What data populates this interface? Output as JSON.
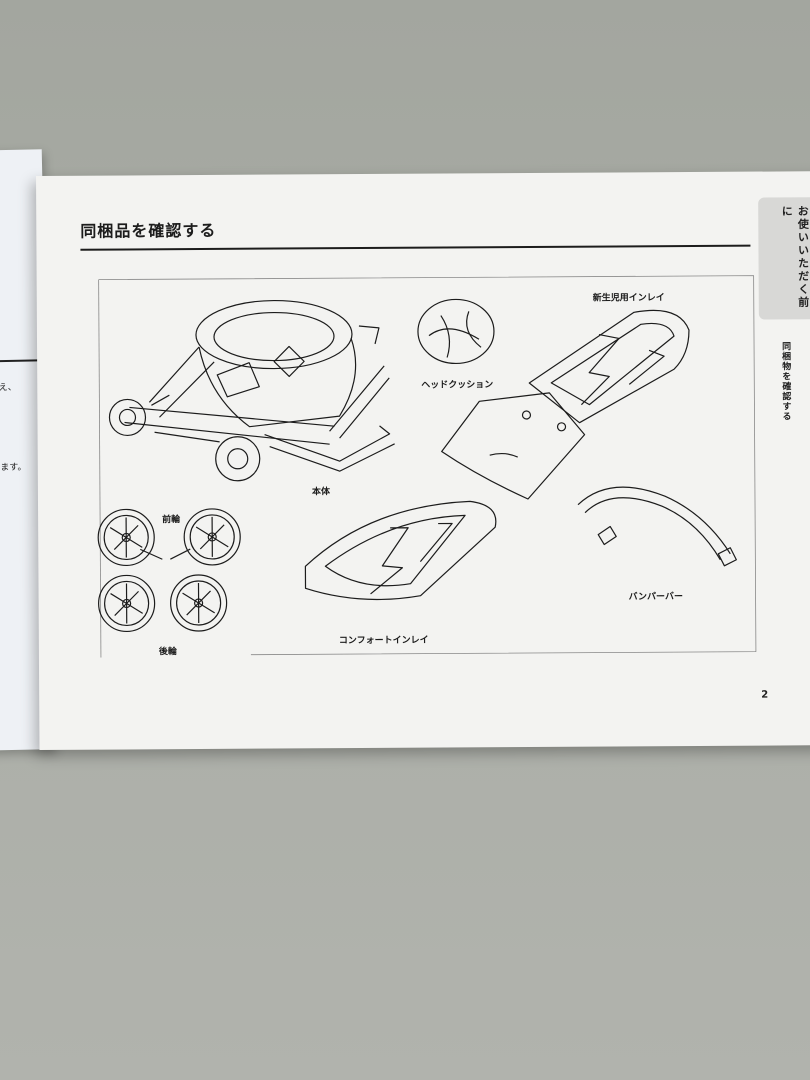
{
  "page": {
    "title": "同梱品を確認する",
    "side_tab": "お使いいただく前に",
    "side_section": "同梱物を確認する",
    "number": "2"
  },
  "previous_page": {
    "line1": "え、",
    "line2": "ます。"
  },
  "parts": {
    "body": "本体",
    "front_wheels": "前輪",
    "rear_wheels": "後輪",
    "head_cushion": "ヘッドクッション",
    "newborn_inlay": "新生児用インレイ",
    "comfort_inlay": "コンフォートインレイ",
    "bumper_bar": "バンパーバー"
  }
}
